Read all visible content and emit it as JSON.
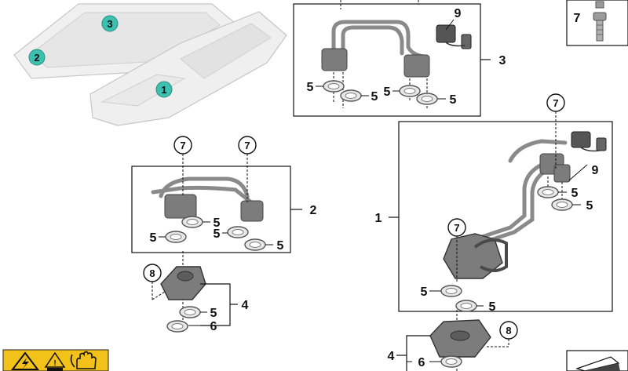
{
  "callouts": {
    "c1": "1",
    "c2": "2",
    "c3": "3",
    "c4": "4",
    "c5": "5",
    "c6": "6",
    "c7": "7",
    "c8": "8",
    "c9": "9"
  },
  "overview_markers": {
    "m1": "1",
    "m2": "2",
    "m3": "3"
  },
  "colors": {
    "marker_fill": "#3cc0b0",
    "warning_yellow": "#f2c21b",
    "part_gray": "#7c7c7c",
    "line": "#111111"
  },
  "icons": {
    "warning": [
      "high-voltage-warning-icon",
      "read-manual-icon",
      "protective-gloves-icon"
    ]
  }
}
